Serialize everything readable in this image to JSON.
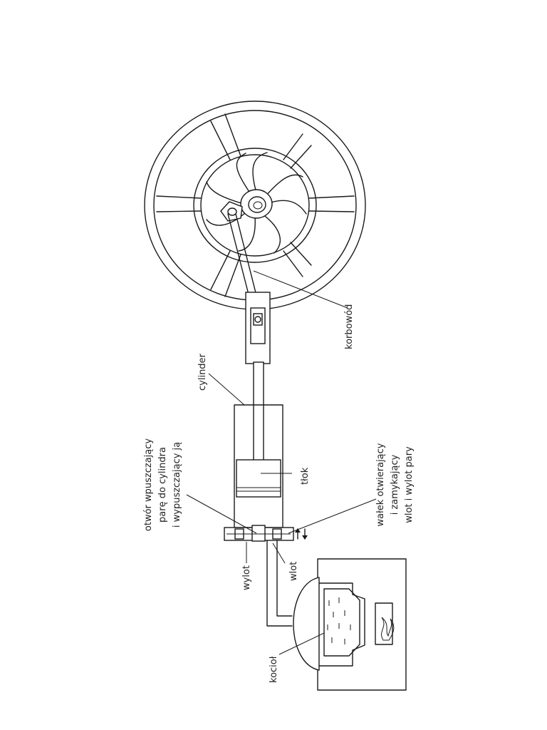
{
  "labels": {
    "korbowod": "korbowód",
    "cylinder": "cylinder",
    "otwor_line1": "otwór wpuszczający",
    "otwor_line2": "parę do cylindra",
    "otwor_line3": "i wypuszczający ją",
    "tlok": "tłok",
    "walek_line1": "wałek otwierający",
    "walek_line2": "i zamykający",
    "walek_line3": "wlot i wylot pary",
    "wylot": "wylot",
    "wlot": "wlot",
    "kociol": "kocioł"
  }
}
